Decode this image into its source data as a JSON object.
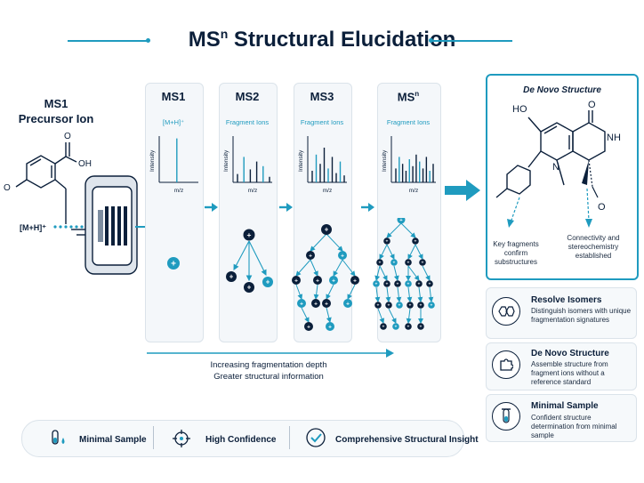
{
  "header": {
    "title": "MS",
    "title_sup": "n",
    "title_rest": " Structural Elucidation"
  },
  "source": {
    "title_line1": "MS1",
    "title_line2": "Precursor Ion",
    "ion_label": "[M+H]⁺"
  },
  "stages": [
    {
      "label": "MS1",
      "sub": "[M+H]⁺"
    },
    {
      "label": "MS2",
      "sub": "Fragment Ions"
    },
    {
      "label": "MS3",
      "sub": "Fragment Ions"
    },
    {
      "label": "MS",
      "label_sup": "n",
      "sub": "Fragment Ions"
    }
  ],
  "axis": {
    "y": "Intensity",
    "x": "m/z"
  },
  "depth": {
    "line1": "Increasing fragmentation depth",
    "line2": "Greater structural information"
  },
  "structure_panel": {
    "title": "De Novo Structure",
    "atoms": {
      "ho": "HO",
      "o": "O",
      "nh": "NH",
      "n": "N",
      "o2": "O"
    },
    "note_left": "Key fragments confirm substructures",
    "note_right": "Connectivity and stereochemistry established"
  },
  "cards": [
    {
      "title": "Resolve Isomers",
      "desc": "Distinguish isomers with unique fragmentation signatures",
      "icon": "isomer-icon"
    },
    {
      "title": "De Novo Structure",
      "desc": "Assemble structure from fragment ions without a reference standard",
      "icon": "puzzle-icon"
    },
    {
      "title": "Minimal Sample",
      "desc": "Confident structure determination from minimal sample",
      "icon": "test-tube-icon"
    }
  ],
  "bottom_bar": [
    {
      "label": "Minimal Sample",
      "icon": "sample-icon"
    },
    {
      "label": "High Confidence",
      "icon": "target-icon"
    },
    {
      "label": "Comprehensive Structural Insight",
      "icon": "check-icon"
    }
  ],
  "colors": {
    "accent": "#1f9bbf",
    "dark": "#0b1f3a"
  },
  "spectra": [
    {
      "peaks": [
        0.95
      ]
    },
    {
      "peaks": [
        0.18,
        0.55,
        0.28,
        0.45,
        0.35,
        0.12
      ]
    },
    {
      "peaks": [
        0.25,
        0.6,
        0.4,
        0.75,
        0.3,
        0.55,
        0.2,
        0.45,
        0.15
      ]
    },
    {
      "peaks": [
        0.3,
        0.55,
        0.4,
        0.25,
        0.5,
        0.35,
        0.6,
        0.45,
        0.3,
        0.55,
        0.25,
        0.4
      ]
    }
  ]
}
